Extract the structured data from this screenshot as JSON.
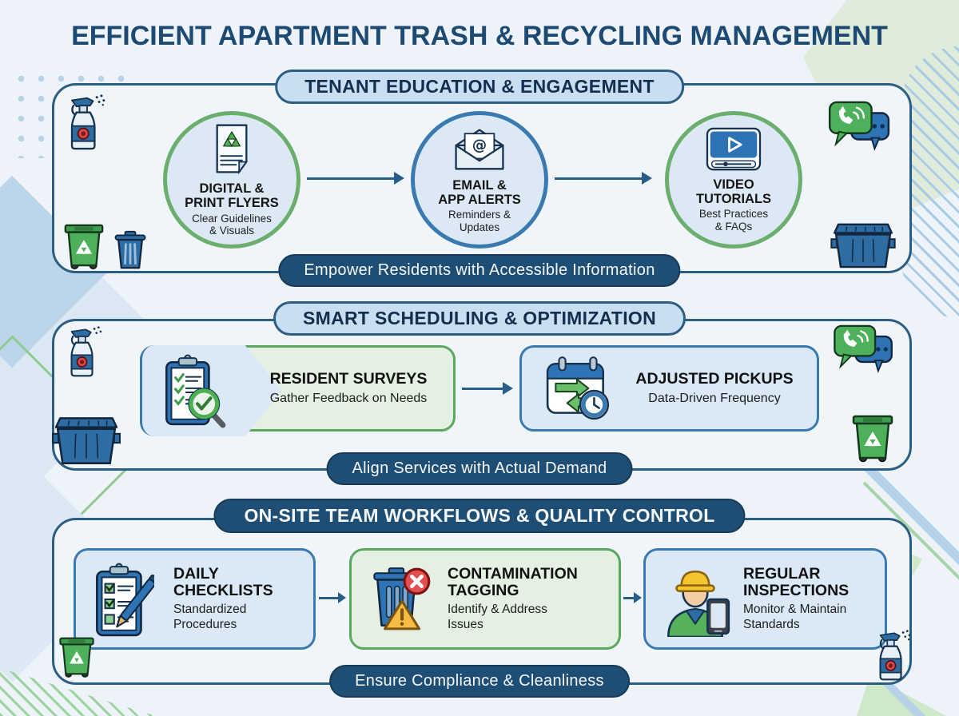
{
  "page": {
    "title": "EFFICIENT APARTMENT TRASH & RECYCLING MANAGEMENT"
  },
  "colors": {
    "background": "#edf3f9",
    "navy_text": "#1d4a72",
    "section_border": "#2c5d82",
    "header_pill_fill": "#c9def1",
    "banner_fill": "#1f4e74",
    "banner_text": "#f4f8fb",
    "green_accent": "#5aa85f",
    "blue_accent": "#3a7ab0",
    "circle_fill": "#dce9f4",
    "green_card_fill": "#e4f1e2",
    "blue_card_fill": "#dbe9f6",
    "arrow": "#275d88",
    "warning_yellow": "#f6bc45",
    "error_red": "#e14f4f"
  },
  "sections": [
    {
      "id": "tenant-education",
      "header": "TENANT EDUCATION & ENGAGEMENT",
      "banner": "Empower Residents with Accessible Information",
      "items": [
        {
          "title": "DIGITAL &\nPRINT FLYERS",
          "subtitle": "Clear Guidelines\n& Visuals",
          "icon": "flyer-icon",
          "border": "green"
        },
        {
          "title": "EMAIL &\nAPP ALERTS",
          "subtitle": "Reminders &\nUpdates",
          "icon": "email-icon",
          "border": "blue"
        },
        {
          "title": "VIDEO\nTUTORIALS",
          "subtitle": "Best Practices\n& FAQs",
          "icon": "video-player-icon",
          "border": "green"
        }
      ]
    },
    {
      "id": "smart-scheduling",
      "header": "SMART SCHEDULING & OPTIMIZATION",
      "banner": "Align Services with Actual Demand",
      "items": [
        {
          "title": "RESIDENT SURVEYS",
          "subtitle": "Gather Feedback on Needs",
          "icon": "survey-clipboard-icon"
        },
        {
          "title": "ADJUSTED PICKUPS",
          "subtitle": "Data-Driven Frequency",
          "icon": "calendar-swap-icon"
        }
      ]
    },
    {
      "id": "onsite-workflows",
      "header": "ON-SITE TEAM WORKFLOWS & QUALITY CONTROL",
      "banner": "Ensure Compliance & Cleanliness",
      "items": [
        {
          "title": "DAILY\nCHECKLISTS",
          "subtitle": "Standardized\nProcedures",
          "icon": "checklist-pen-icon"
        },
        {
          "title": "CONTAMINATION\nTAGGING",
          "subtitle": "Identify & Address\nIssues",
          "icon": "contamination-bin-icon"
        },
        {
          "title": "REGULAR\nINSPECTIONS",
          "subtitle": "Monitor & Maintain\nStandards",
          "icon": "inspector-icon"
        }
      ]
    }
  ]
}
